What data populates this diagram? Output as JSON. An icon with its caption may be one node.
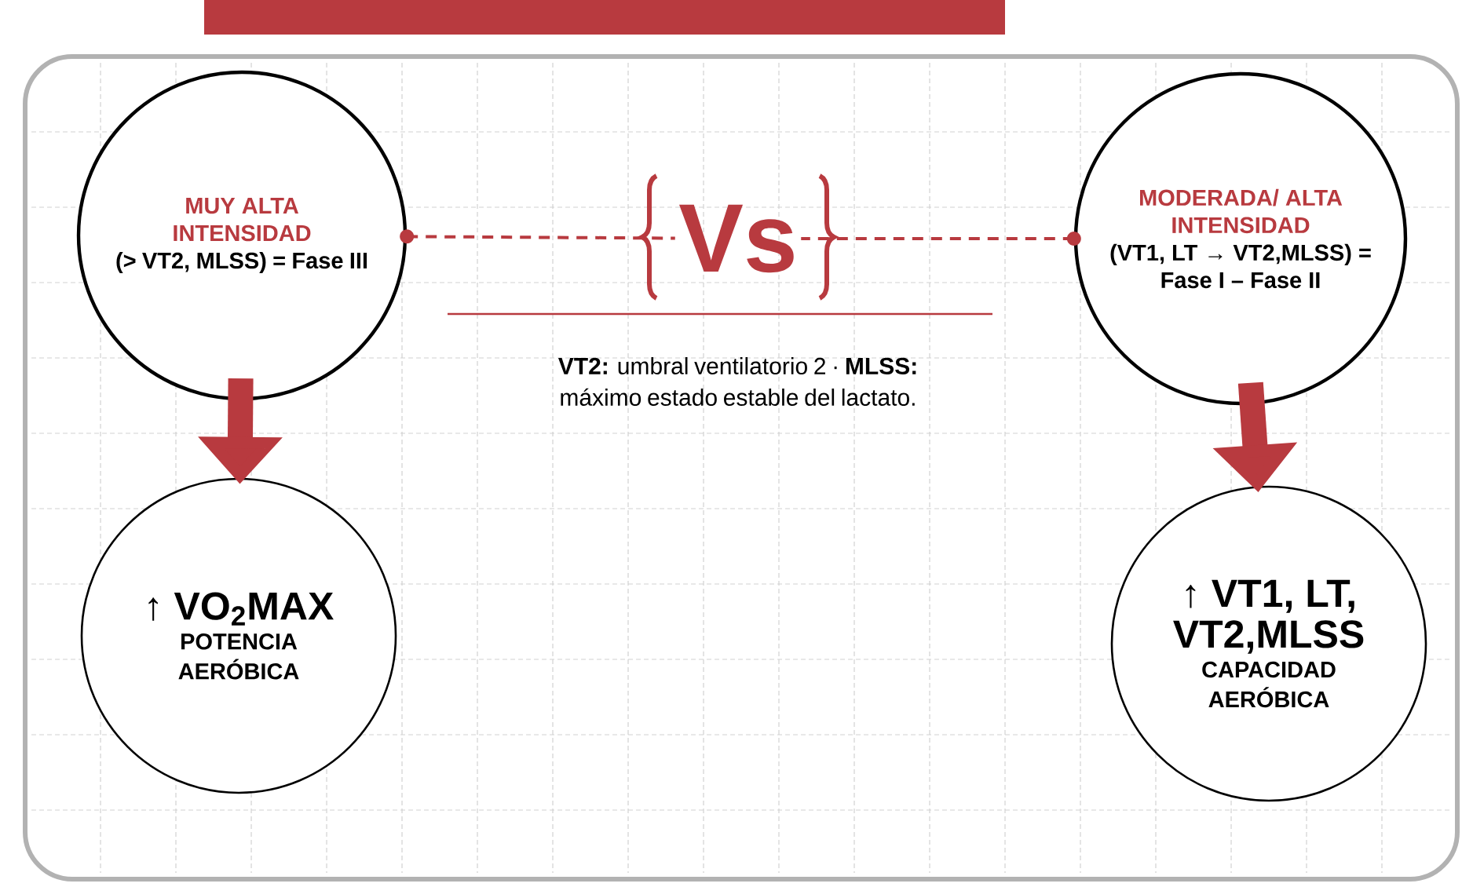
{
  "diagram": {
    "nodes": [
      {
        "text": [
          "MUY ALTA INTENSIDAD",
          "(> VT2, MLSS) = Fase III"
        ]
      },
      {
        "text": [
          "Vs"
        ]
      },
      {
        "text": [
          "MODERADA/ ALTA INTENSIDAD",
          "(VT1, LT → VT2,MLSS) = Fase I – Fase II"
        ]
      },
      {
        "text": [
          "↑ VO$_{2}$MAX",
          "POTENCIA AERÓBICA"
        ]
      },
      {
        "text": [
          "↑ VT1, LT, VT2,MLSS",
          "CAPACIDAD AERÓBICA"
        ]
      }
    ],
    "edges": [
      {
        "from": 0,
        "to": 1,
        "arrow": "other",
        "style": "dashed",
        "color": "#b83a3f"
      },
      {
        "from": 2,
        "to": 1,
        "arrow": "other",
        "style": "dashed",
        "color": "#b83a3f"
      },
      {
        "from": 0,
        "to": 3,
        "arrow": "to",
        "style": "thick",
        "color": "#b83a3f"
      },
      {
        "from": 2,
        "to": 4,
        "arrow": "to",
        "style": "thick",
        "color": "#b83a3f"
      }
    ],
    "labels": [
      "**VT2:** umbral ventilatorio 2 · **MLSS:** máximo estado estable del lactato."
    ]
  }
}
